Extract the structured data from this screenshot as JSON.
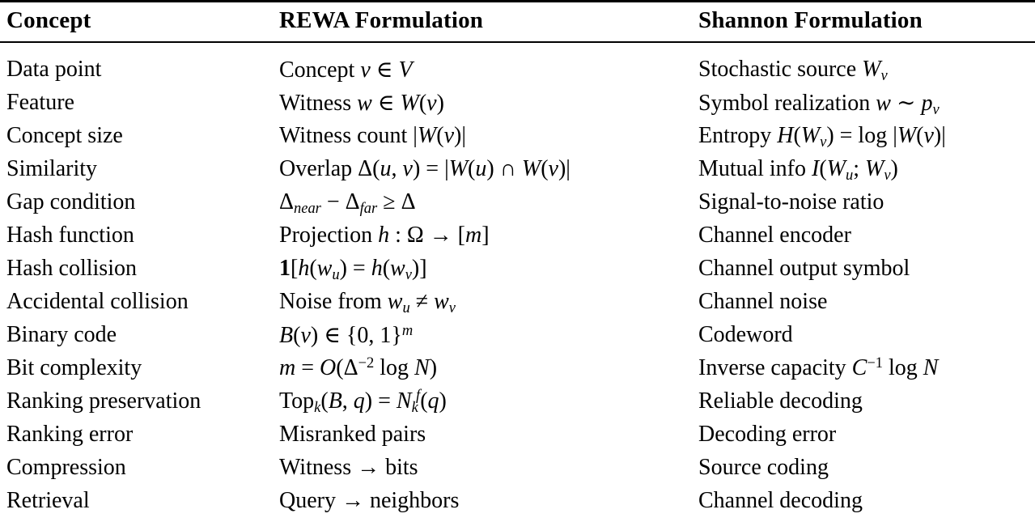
{
  "page": {
    "background_color": "#ffffff",
    "text_color": "#000000",
    "rule_color": "#000000"
  },
  "table": {
    "columns": [
      {
        "label": "Concept"
      },
      {
        "label": "REWA Formulation"
      },
      {
        "label": "Shannon Formulation"
      }
    ],
    "rows": [
      {
        "concept": "Data point",
        "rewa": "Concept *v* ∈ *V*",
        "shannon": "Stochastic source *W*_{*v*}"
      },
      {
        "concept": "Feature",
        "rewa": "Witness *w* ∈ *W*(*v*)",
        "shannon": "Symbol realization *w* ∼ *p*_{*v*}"
      },
      {
        "concept": "Concept size",
        "rewa": "Witness count |*W*(*v*)|",
        "shannon": "Entropy *H*(*W*_{*v*}) = log |*W*(*v*)|"
      },
      {
        "concept": "Similarity",
        "rewa": "Overlap Δ(*u*, *v*) = |*W*(*u*) ∩ *W*(*v*)|",
        "shannon": "Mutual info *I*(*W*_{*u*}; *W*_{*v*})"
      },
      {
        "concept": "Gap condition",
        "rewa": "Δ_{*near*} − Δ_{*far*} ≥ Δ",
        "shannon": "Signal-to-noise ratio"
      },
      {
        "concept": "Hash function",
        "rewa": "Projection *h* : Ω → [*m*]",
        "shannon": "Channel encoder"
      },
      {
        "concept": "Hash collision",
        "rewa": "**1**[*h*(*w*_{*u*}) = *h*(*w*_{*v*})]",
        "shannon": "Channel output symbol"
      },
      {
        "concept": "Accidental collision",
        "rewa": "Noise from *w*_{*u*} ≠ *w*_{*v*}",
        "shannon": "Channel noise"
      },
      {
        "concept": "Binary code",
        "rewa": "*B*(*v*) ∈ {0, 1}^{*m*}",
        "shannon": "Codeword"
      },
      {
        "concept": "Bit complexity",
        "rewa": "*m* = *O*(Δ^{−2} log *N*)",
        "shannon": "Inverse capacity *C*^{−1} log *N*"
      },
      {
        "concept": "Ranking preservation",
        "rewa": "Top_{*k*}(*B*, *q*) = *N*_{*k*}^{*f*}(*q*)",
        "shannon": "Reliable decoding"
      },
      {
        "concept": "Ranking error",
        "rewa": "Misranked pairs",
        "shannon": "Decoding error"
      },
      {
        "concept": "Compression",
        "rewa": "Witness → bits",
        "shannon": "Source coding"
      },
      {
        "concept": "Retrieval",
        "rewa": "Query → neighbors",
        "shannon": "Channel decoding"
      }
    ]
  }
}
